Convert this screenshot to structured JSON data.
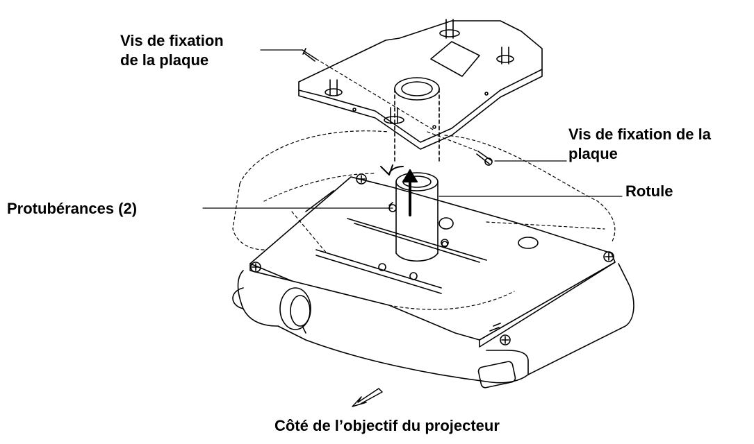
{
  "labels": {
    "plate_screw_left_line1": "Vis de fixation",
    "plate_screw_left_line2": "de la plaque",
    "plate_screw_right_line1": "Vis de fixation de la",
    "plate_screw_right_line2": "plaque",
    "rotule": "Rotule",
    "protuberances": "Protubérances (2)",
    "lens_side": "Côté de l’objectif du projecteur"
  },
  "colors": {
    "stroke": "#000000",
    "background": "#ffffff",
    "text": "#000000"
  }
}
